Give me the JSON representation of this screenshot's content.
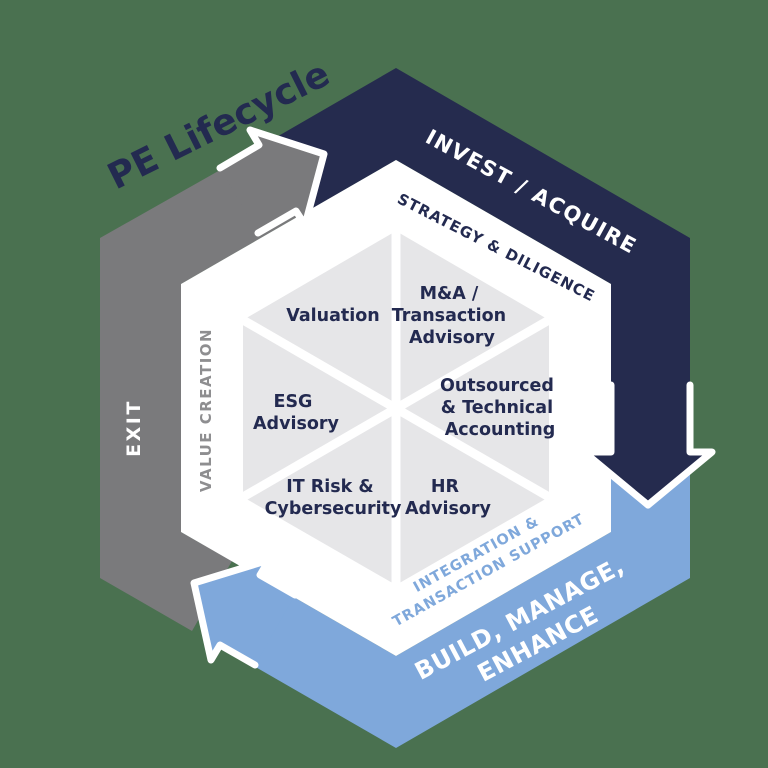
{
  "background_color": "#4a7150",
  "title": {
    "text": "PE Lifecycle",
    "color": "#232a50"
  },
  "lifecycle": {
    "invest": {
      "label": "INVEST / ACQUIRE",
      "band_color": "#252b4e",
      "text_color": "#ffffff"
    },
    "build": {
      "line1": "BUILD, MANAGE,",
      "line2": "ENHANCE",
      "band_color": "#7fa8db",
      "text_color": "#ffffff"
    },
    "exit": {
      "label": "EXIT",
      "band_color": "#7a7a7c",
      "text_color": "#ffffff"
    }
  },
  "phases": {
    "strategy": {
      "label": "STRATEGY & DILIGENCE",
      "color": "#232a50"
    },
    "integration": {
      "line1": "INTEGRATION &",
      "line2": "TRANSACTION SUPPORT",
      "color": "#7fa8db"
    },
    "value_creation": {
      "label": "VALUE CREATION",
      "color": "#8e8e90"
    }
  },
  "services": {
    "fill": "#e6e6e8",
    "text_color": "#232a50",
    "items": [
      {
        "lines": [
          "Valuation"
        ]
      },
      {
        "lines": [
          "M&A /",
          "Transaction",
          "Advisory"
        ]
      },
      {
        "lines": [
          "ESG",
          "Advisory"
        ]
      },
      {
        "lines": [
          "Outsourced",
          "& Technical",
          "Accounting"
        ]
      },
      {
        "lines": [
          "IT Risk &",
          "Cybersecurity"
        ]
      },
      {
        "lines": [
          "HR",
          "Advisory"
        ]
      }
    ]
  }
}
